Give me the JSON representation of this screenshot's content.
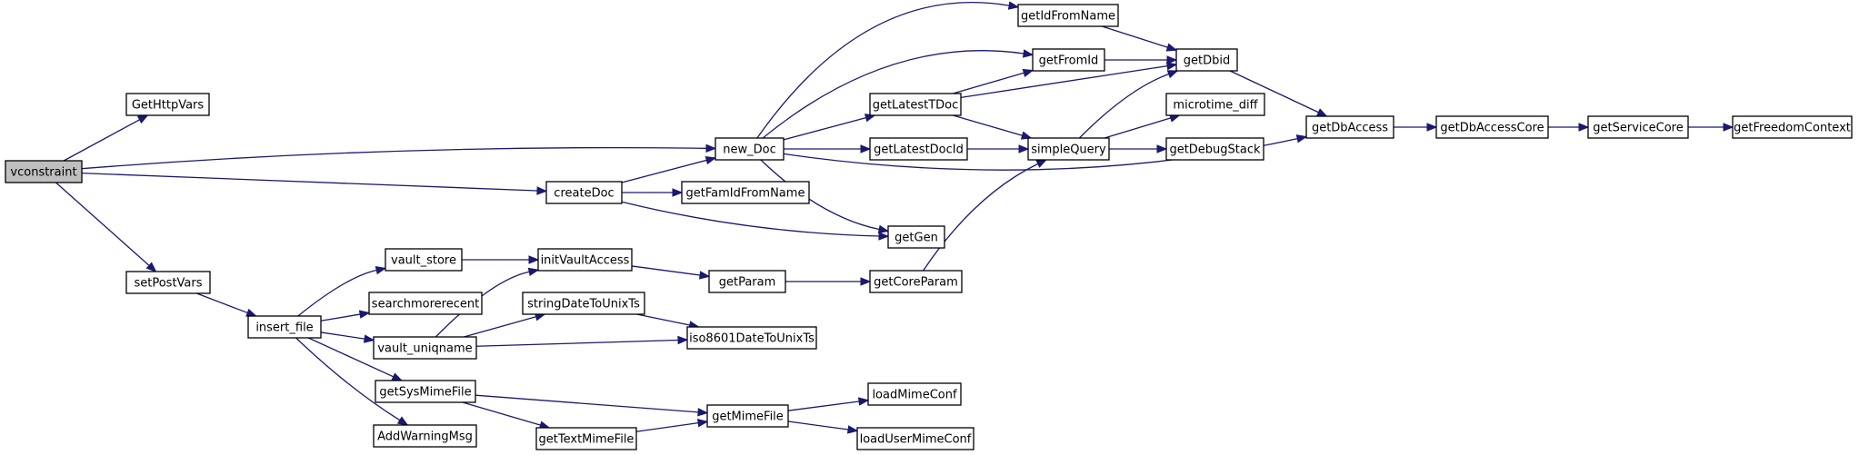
{
  "diagram": {
    "root": "vconstraint",
    "nodes": [
      {
        "id": "vconstraint",
        "label": "vconstraint"
      },
      {
        "id": "GetHttpVars",
        "label": "GetHttpVars"
      },
      {
        "id": "new_Doc",
        "label": "new_Doc"
      },
      {
        "id": "createDoc",
        "label": "createDoc"
      },
      {
        "id": "setPostVars",
        "label": "setPostVars"
      },
      {
        "id": "insert_file",
        "label": "insert_file"
      },
      {
        "id": "vault_store",
        "label": "vault_store"
      },
      {
        "id": "searchmorerecent",
        "label": "searchmorerecent"
      },
      {
        "id": "vault_uniqname",
        "label": "vault_uniqname"
      },
      {
        "id": "getSysMimeFile",
        "label": "getSysMimeFile"
      },
      {
        "id": "AddWarningMsg",
        "label": "AddWarningMsg"
      },
      {
        "id": "initVaultAccess",
        "label": "initVaultAccess"
      },
      {
        "id": "stringDateToUnixTs",
        "label": "stringDateToUnixTs"
      },
      {
        "id": "getTextMimeFile",
        "label": "getTextMimeFile"
      },
      {
        "id": "getParam",
        "label": "getParam"
      },
      {
        "id": "iso8601DateToUnixTs",
        "label": "iso8601DateToUnixTs"
      },
      {
        "id": "getMimeFile",
        "label": "getMimeFile"
      },
      {
        "id": "getFamIdFromName",
        "label": "getFamIdFromName"
      },
      {
        "id": "getIdFromName",
        "label": "getIdFromName"
      },
      {
        "id": "getFromId",
        "label": "getFromId"
      },
      {
        "id": "getLatestTDoc",
        "label": "getLatestTDoc"
      },
      {
        "id": "getLatestDocId",
        "label": "getLatestDocId"
      },
      {
        "id": "getGen",
        "label": "getGen"
      },
      {
        "id": "getCoreParam",
        "label": "getCoreParam"
      },
      {
        "id": "loadMimeConf",
        "label": "loadMimeConf"
      },
      {
        "id": "loadUserMimeConf",
        "label": "loadUserMimeConf"
      },
      {
        "id": "getDbid",
        "label": "getDbid"
      },
      {
        "id": "simpleQuery",
        "label": "simpleQuery"
      },
      {
        "id": "microtime_diff",
        "label": "microtime_diff"
      },
      {
        "id": "getDebugStack",
        "label": "getDebugStack"
      },
      {
        "id": "getDbAccess",
        "label": "getDbAccess"
      },
      {
        "id": "getDbAccessCore",
        "label": "getDbAccessCore"
      },
      {
        "id": "getServiceCore",
        "label": "getServiceCore"
      },
      {
        "id": "getFreedomContext",
        "label": "getFreedomContext"
      }
    ],
    "edges": [
      {
        "from": "vconstraint",
        "to": "GetHttpVars"
      },
      {
        "from": "vconstraint",
        "to": "new_Doc"
      },
      {
        "from": "vconstraint",
        "to": "createDoc"
      },
      {
        "from": "vconstraint",
        "to": "setPostVars"
      },
      {
        "from": "new_Doc",
        "to": "getIdFromName"
      },
      {
        "from": "new_Doc",
        "to": "getFromId"
      },
      {
        "from": "new_Doc",
        "to": "getLatestTDoc"
      },
      {
        "from": "new_Doc",
        "to": "getLatestDocId"
      },
      {
        "from": "new_Doc",
        "to": "getGen"
      },
      {
        "from": "new_Doc",
        "to": "getDbAccess"
      },
      {
        "from": "createDoc",
        "to": "new_Doc"
      },
      {
        "from": "createDoc",
        "to": "getFamIdFromName"
      },
      {
        "from": "createDoc",
        "to": "getGen"
      },
      {
        "from": "setPostVars",
        "to": "insert_file"
      },
      {
        "from": "insert_file",
        "to": "vault_store"
      },
      {
        "from": "insert_file",
        "to": "searchmorerecent"
      },
      {
        "from": "insert_file",
        "to": "vault_uniqname"
      },
      {
        "from": "insert_file",
        "to": "getSysMimeFile"
      },
      {
        "from": "insert_file",
        "to": "AddWarningMsg"
      },
      {
        "from": "vault_store",
        "to": "initVaultAccess"
      },
      {
        "from": "vault_uniqname",
        "to": "initVaultAccess"
      },
      {
        "from": "vault_uniqname",
        "to": "stringDateToUnixTs"
      },
      {
        "from": "vault_uniqname",
        "to": "iso8601DateToUnixTs"
      },
      {
        "from": "initVaultAccess",
        "to": "getParam"
      },
      {
        "from": "stringDateToUnixTs",
        "to": "iso8601DateToUnixTs"
      },
      {
        "from": "getSysMimeFile",
        "to": "getMimeFile"
      },
      {
        "from": "getSysMimeFile",
        "to": "getTextMimeFile"
      },
      {
        "from": "getTextMimeFile",
        "to": "getMimeFile"
      },
      {
        "from": "getParam",
        "to": "getCoreParam"
      },
      {
        "from": "getMimeFile",
        "to": "loadMimeConf"
      },
      {
        "from": "getMimeFile",
        "to": "loadUserMimeConf"
      },
      {
        "from": "getIdFromName",
        "to": "getDbid"
      },
      {
        "from": "getFromId",
        "to": "getDbid"
      },
      {
        "from": "getLatestTDoc",
        "to": "getFromId"
      },
      {
        "from": "getLatestTDoc",
        "to": "getDbid"
      },
      {
        "from": "getLatestTDoc",
        "to": "simpleQuery"
      },
      {
        "from": "getLatestDocId",
        "to": "simpleQuery"
      },
      {
        "from": "getCoreParam",
        "to": "simpleQuery"
      },
      {
        "from": "simpleQuery",
        "to": "getDbid"
      },
      {
        "from": "simpleQuery",
        "to": "microtime_diff"
      },
      {
        "from": "simpleQuery",
        "to": "getDebugStack"
      },
      {
        "from": "getDbid",
        "to": "getDbAccess"
      },
      {
        "from": "getDbAccess",
        "to": "getDbAccessCore"
      },
      {
        "from": "getDbAccessCore",
        "to": "getServiceCore"
      },
      {
        "from": "getServiceCore",
        "to": "getFreedomContext"
      }
    ]
  }
}
